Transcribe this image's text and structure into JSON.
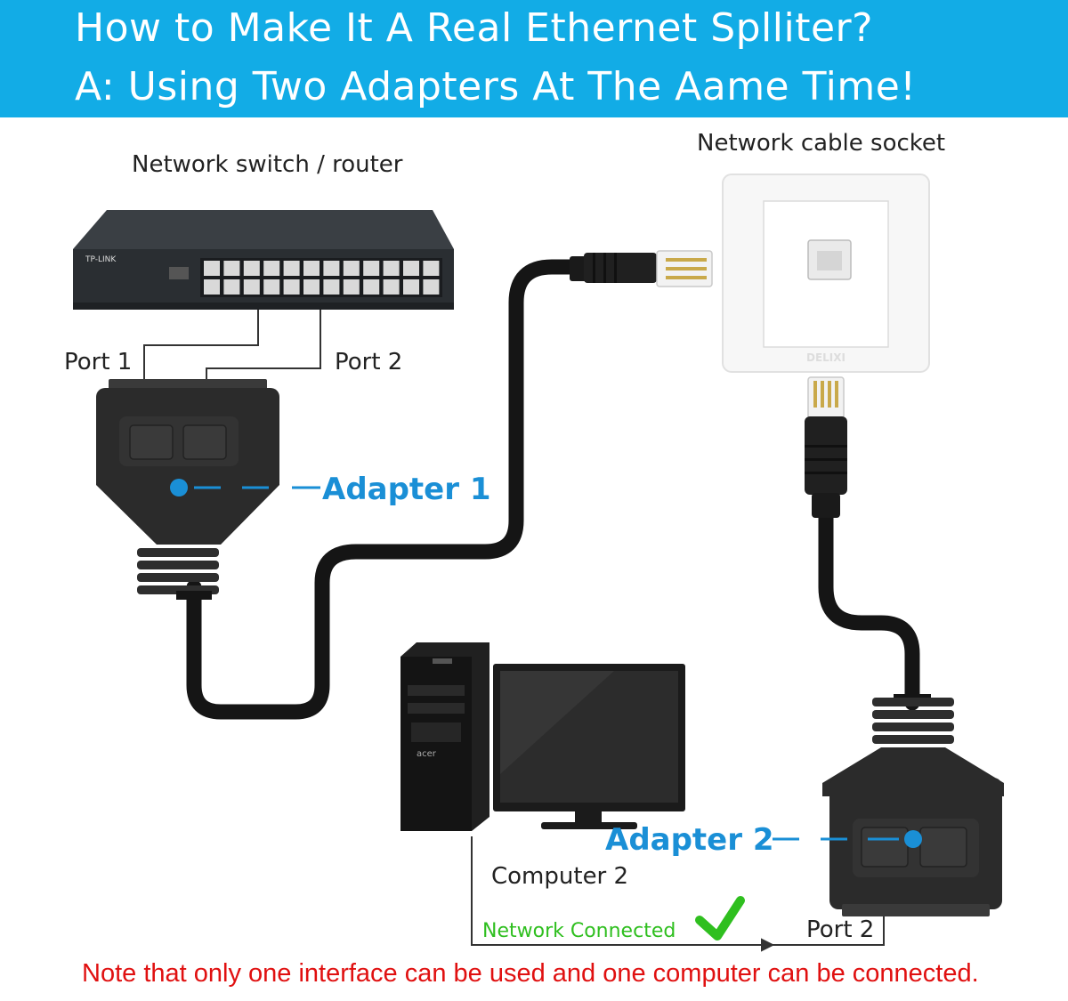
{
  "header": {
    "line1": "How to Make It A Real Ethernet Splliter?",
    "line2": "A: Using Two Adapters At The Aame Time!"
  },
  "labels": {
    "switch": "Network switch / router",
    "socket": "Network cable socket",
    "port1": "Port 1",
    "port2_top": "Port 2",
    "adapter1": "Adapter 1",
    "adapter2": "Adapter 2",
    "computer": "Computer 2",
    "connected": "Network Connected",
    "port2_bottom": "Port 2"
  },
  "device_text": {
    "switch_brand": "TP-LINK",
    "socket_brand": "DELIXI",
    "pc_brand": "acer"
  },
  "note": "Note that only one interface can be used and one computer can be connected.",
  "colors": {
    "banner": "#12ace6",
    "accent_blue": "#1a8fd6",
    "note_red": "#e01010",
    "connected_green": "#2fbf1f"
  }
}
